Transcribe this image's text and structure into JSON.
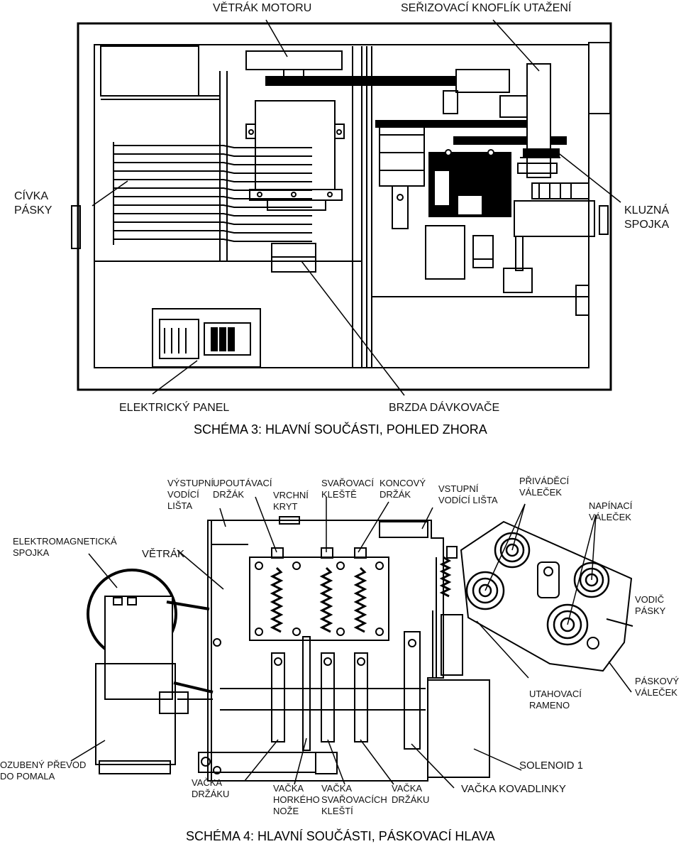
{
  "figure3": {
    "caption": "SCHÉMA 3: HLAVNÍ SOUČÁSTI, POHLED ZHORA",
    "labels": {
      "motor_fan": "VĚTRÁK MOTORU",
      "tension_knob": "SEŘIZOVACÍ KNOFLÍK UTAŽENÍ",
      "tape_reel": "CÍVKA\nPÁSKY",
      "slip_clutch": "KLUZNÁ\nSPOJKA",
      "electric_panel": "ELEKTRICKÝ PANEL",
      "feeder_brake": "BRZDA DÁVKOVAČE"
    }
  },
  "figure4": {
    "caption": "SCHÉMA 4: HLAVNÍ SOUČÁSTI, PÁSKOVACÍ HLAVA",
    "labels": {
      "output_guide": "VÝSTUPNÍ\nVODÍCÍ\nLIŠTA",
      "clamp_holder": "UPOUTÁVACÍ\nDRŽÁK",
      "top_cover": "VRCHNÍ\nKRYT",
      "weld_pliers": "SVAŘOVACÍ\nKLEŠTĚ",
      "end_holder": "KONCOVÝ\nDRŽÁK",
      "input_guide": "VSTUPNÍ\nVODÍCÍ LIŠTA",
      "feed_roller": "PŘIVÁDĚCÍ\nVÁLEČEK",
      "tension_roller": "NAPÍNACÍ\nVÁLEČEK",
      "em_clutch": "ELEKTROMAGNETICKÁ\nSPOJKA",
      "fan": "VĚTRÁK",
      "tape_guide": "VODIČ\nPÁSKY",
      "tape_roller": "PÁSKOVÝ\nVÁLEČEK",
      "tension_arm": "UTAHOVACÍ\nRAMENO",
      "gear_reducer": "OZUBENÝ PŘEVOD\nDO POMALA",
      "solenoid": "SOLENOID 1",
      "holder_cam": "VAČKA\nDRŽÁKU",
      "hot_knife_cam": "VAČKA\nHORKÉHO\nNOŽE",
      "weld_cam": "VAČKA\nSVAŘOVACÍCH\nKLEŠTÍ",
      "holder_cam2": "VAČKA\nDRŽÁKU",
      "anvil_cam": "VAČKA KOVADLINKY"
    }
  }
}
